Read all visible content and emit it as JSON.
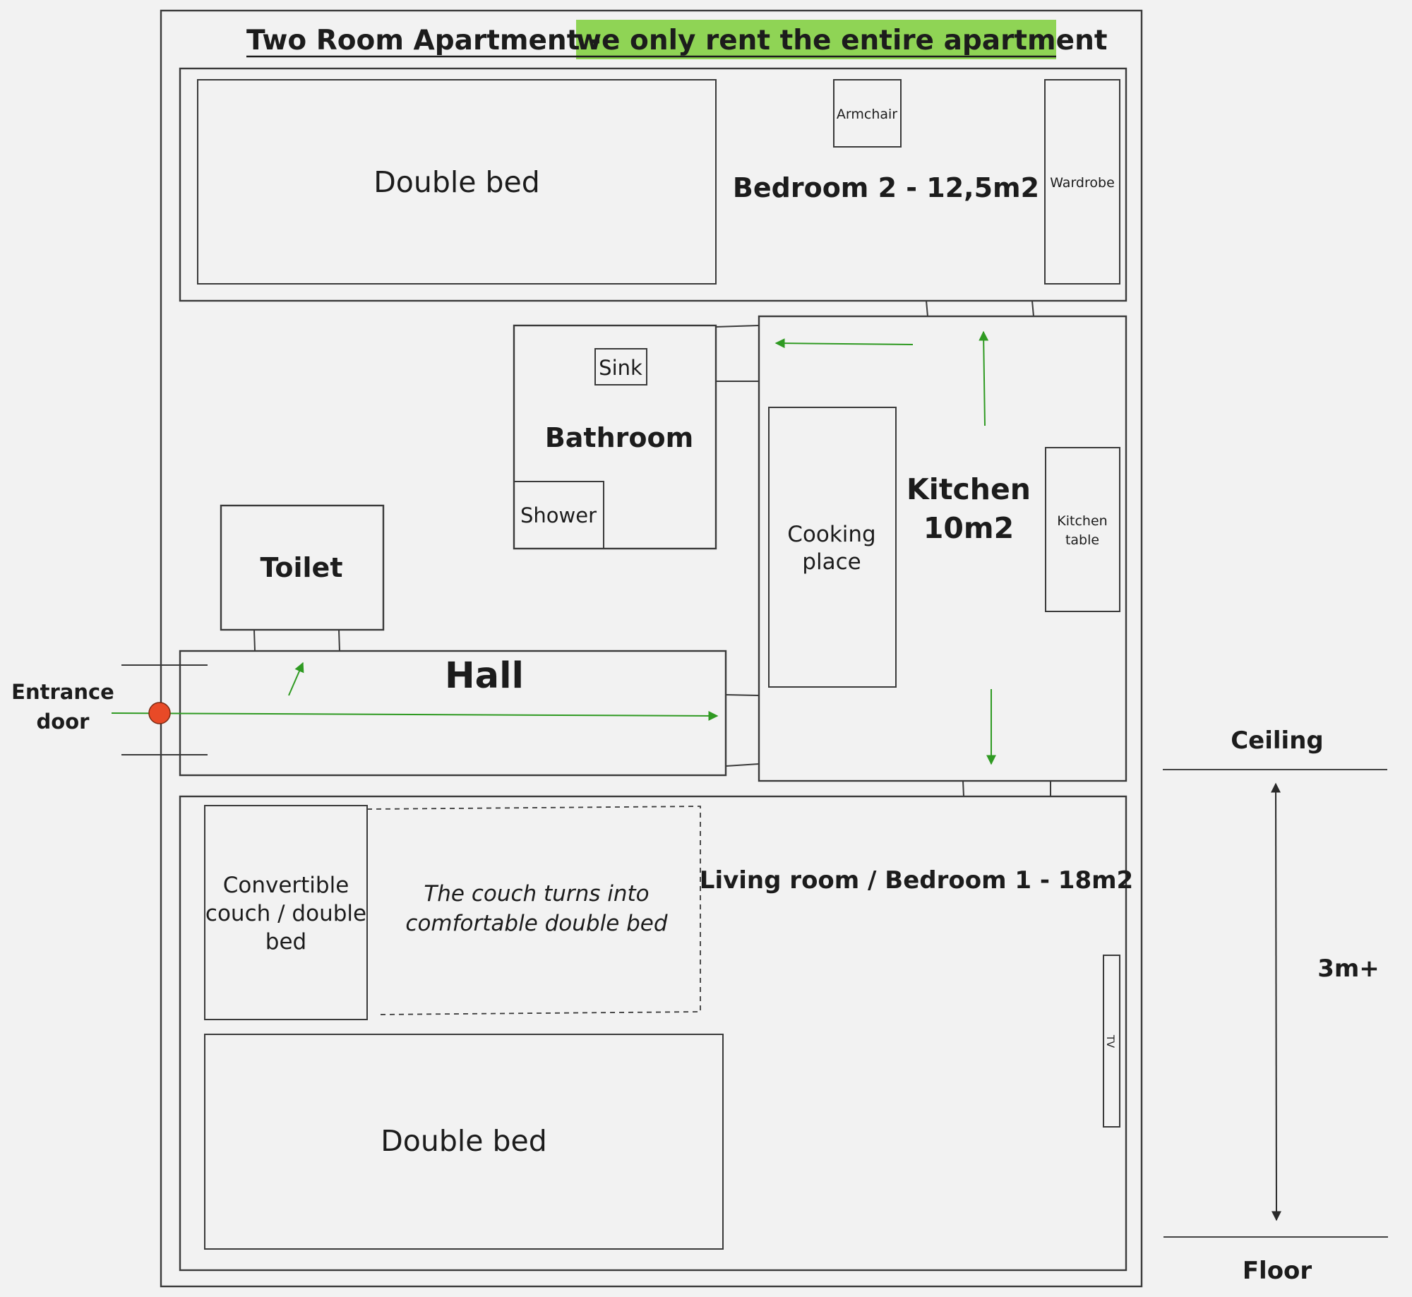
{
  "title": {
    "main": "Two Room Apartment - ",
    "highlight": "we only rent the entire apartment"
  },
  "colors": {
    "highlight": "#8fd455",
    "arrow": "#2f9a22",
    "entrance_dot": "#e84a27",
    "background": "#f2f2f2"
  },
  "rooms": {
    "bedroom2": {
      "label": "Bedroom 2 - 12,5m2",
      "double_bed": "Double bed",
      "armchair": "Armchair",
      "wardrobe": "Wardrobe"
    },
    "bathroom": {
      "label": "Bathroom",
      "sink": "Sink",
      "shower": "Shower"
    },
    "kitchen": {
      "label_line1": "Kitchen",
      "label_line2": "10m2",
      "cooking_line1": "Cooking",
      "cooking_line2": "place",
      "table_line1": "Kitchen",
      "table_line2": "table"
    },
    "toilet": {
      "label": "Toilet"
    },
    "hall": {
      "label": "Hall"
    },
    "living": {
      "label": "Living room / Bedroom 1 - 18m2",
      "couch_line1": "Convertible",
      "couch_line2": "couch / double",
      "couch_line3": "bed",
      "note_line1": "The couch turns into",
      "note_line2": "comfortable double bed",
      "double_bed": "Double bed",
      "tv": "TV"
    }
  },
  "entrance": {
    "line1": "Entrance",
    "line2": "door"
  },
  "height_scale": {
    "top": "Ceiling",
    "bottom": "Floor",
    "value": "3m+"
  }
}
